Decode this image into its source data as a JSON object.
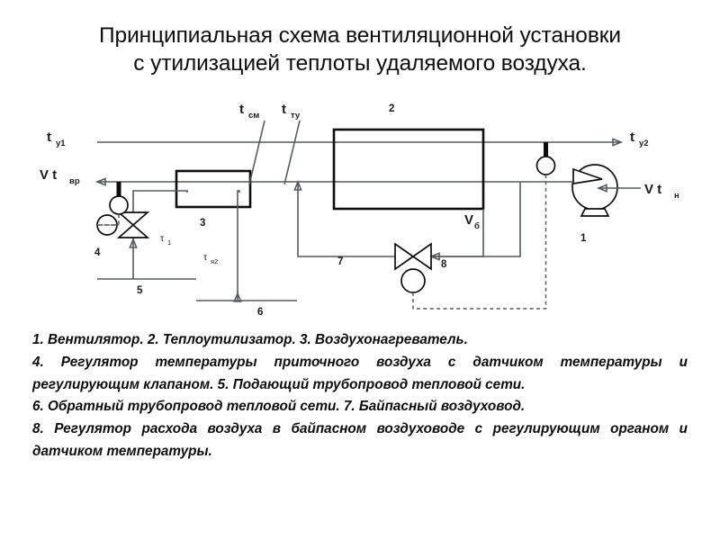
{
  "title": {
    "line1": "Принципиальная схема вентиляционной установки",
    "line2": "с утилизацией теплоты удаляемого воздуха."
  },
  "diagram": {
    "labels": {
      "t_sm": {
        "base": "t",
        "sub": "см"
      },
      "t_tu": {
        "base": "t",
        "sub": "ту"
      },
      "t_y1": {
        "base": "t",
        "sub": "у1"
      },
      "t_vr": {
        "base": "V t",
        "sub": "вр"
      },
      "t_y2": {
        "base": "t",
        "sub": "у2"
      },
      "t_n": {
        "base": "V t",
        "sub": "н"
      },
      "v_b": {
        "base": "V",
        "sub": "б"
      },
      "tau_1": {
        "base": "τ",
        "sub": "1"
      },
      "tau_2": {
        "base": "τ",
        "sub": "я2"
      }
    },
    "item_numbers": {
      "fan": "1",
      "heat_recovery": "2",
      "air_heater": "3",
      "temp_regulator": "4",
      "supply_pipe": "5",
      "return_pipe": "6",
      "bypass_duct": "7",
      "flow_regulator": "8"
    },
    "icons": {
      "fan": "fan-icon",
      "heat_recovery_unit": "heat-recovery-box-icon",
      "air_heater_unit": "air-heater-box-icon",
      "control_valve_heater": "control-valve-icon",
      "control_valve_bypass": "butterfly-valve-icon",
      "sensor_supply": "temperature-sensor-icon",
      "sensor_exhaust": "temperature-sensor-icon",
      "actuator_heater": "valve-actuator-icon",
      "actuator_bypass": "valve-actuator-icon"
    }
  },
  "legend": {
    "line1": "1. Вентилятор. 2. Теплоутилизатор. 3. Воздухонагреватель.",
    "line2": "4. Регулятор температуры приточного воздуха с датчиком температуры и регулирующим клапаном. 5. Подающий трубопровод тепловой сети.",
    "line3": "6. Обратный трубопровод тепловой сети. 7. Байпасный воздуховод.",
    "line4": "8. Регулятор расхода воздуха в байпасном воздуховоде с регулирующим органом и датчиком температуры."
  },
  "colors": {
    "line": "#555a5e",
    "box": "#0d0d0d",
    "text": "#0d0d0d",
    "background": "#ffffff"
  }
}
